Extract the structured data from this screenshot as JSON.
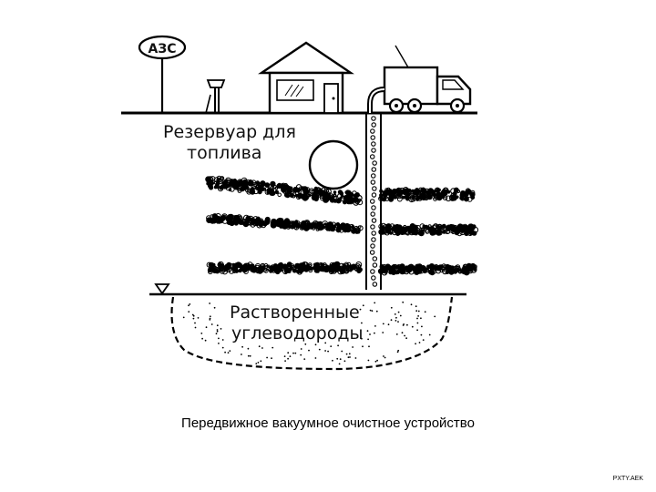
{
  "labels": {
    "gas_station_sign": "АЗС",
    "reservoir_line1": "Резервуар для",
    "reservoir_line2": "топлива",
    "hydrocarbons_line1": "Растворенные",
    "hydrocarbons_line2": "углеводороды"
  },
  "caption": "Передвижное вакуумное очистное устройство",
  "footer": "PXTY.AEK"
}
